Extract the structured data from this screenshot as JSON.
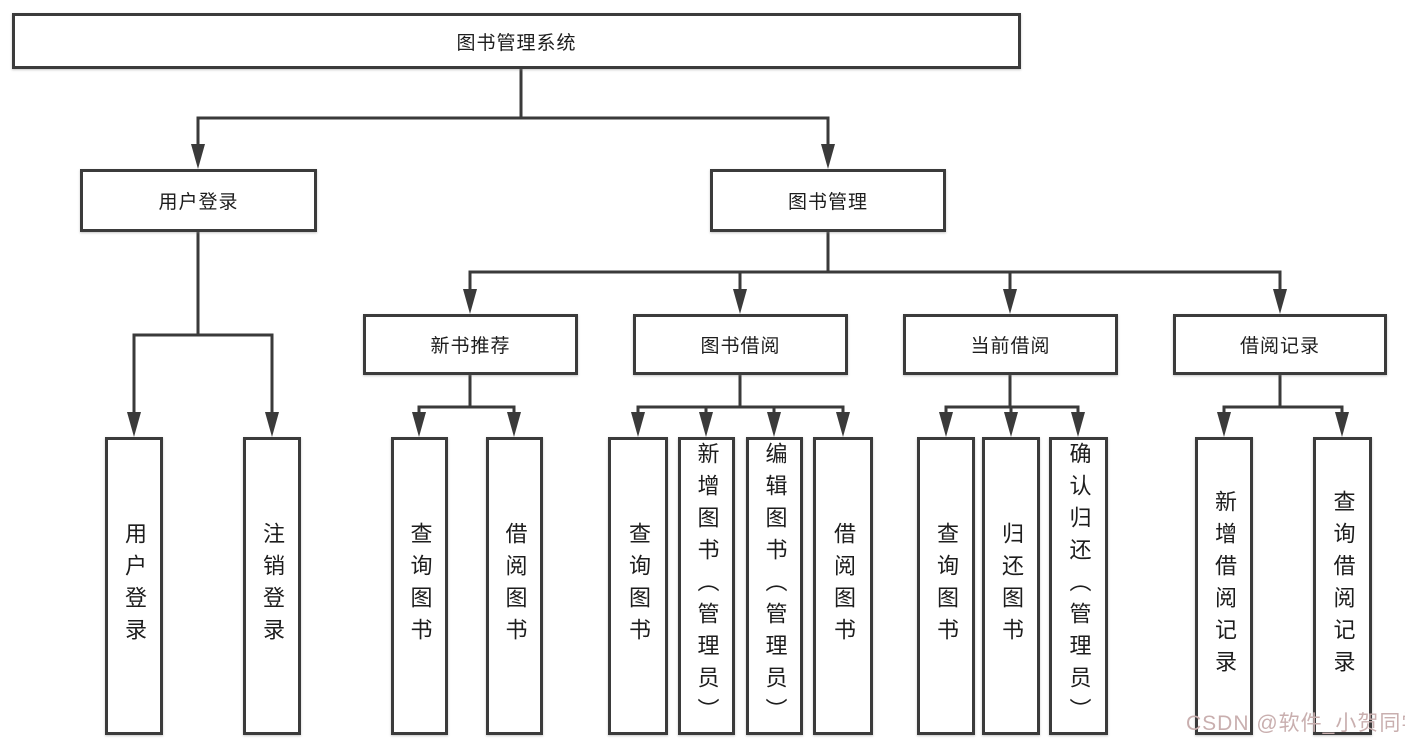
{
  "diagram_title": "图书管理系统",
  "tree": {
    "root": "图书管理系统",
    "user_login": {
      "label": "用户登录",
      "children": {
        "login": "用户登录",
        "logout": "注销登录"
      }
    },
    "book_management": {
      "label": "图书管理",
      "children": {
        "new_book_recommend": {
          "label": "新书推荐",
          "children": {
            "query_books": "查询图书",
            "borrow_books": "借阅图书"
          }
        },
        "book_borrow": {
          "label": "图书借阅",
          "children": {
            "query_books": "查询图书",
            "add_books": "新增图书（管理员）",
            "edit_books": "编辑图书（管理员）",
            "borrow_books": "借阅图书"
          }
        },
        "current_borrow": {
          "label": "当前借阅",
          "children": {
            "query_books": "查询图书",
            "return_books": "归还图书",
            "confirm_return": "确认归还（管理员）"
          }
        },
        "borrow_records": {
          "label": "借阅记录",
          "children": {
            "add_record": "新增借阅记录",
            "query_record": "查询借阅记录"
          }
        }
      }
    }
  },
  "watermark": "CSDN @软件_小贺同学",
  "colors": {
    "line": "#3a3a3a",
    "box_border": "#3b3b3b",
    "box_background": "#ffffff",
    "text": "#1d1d1d",
    "watermark": "#c9afaf"
  }
}
